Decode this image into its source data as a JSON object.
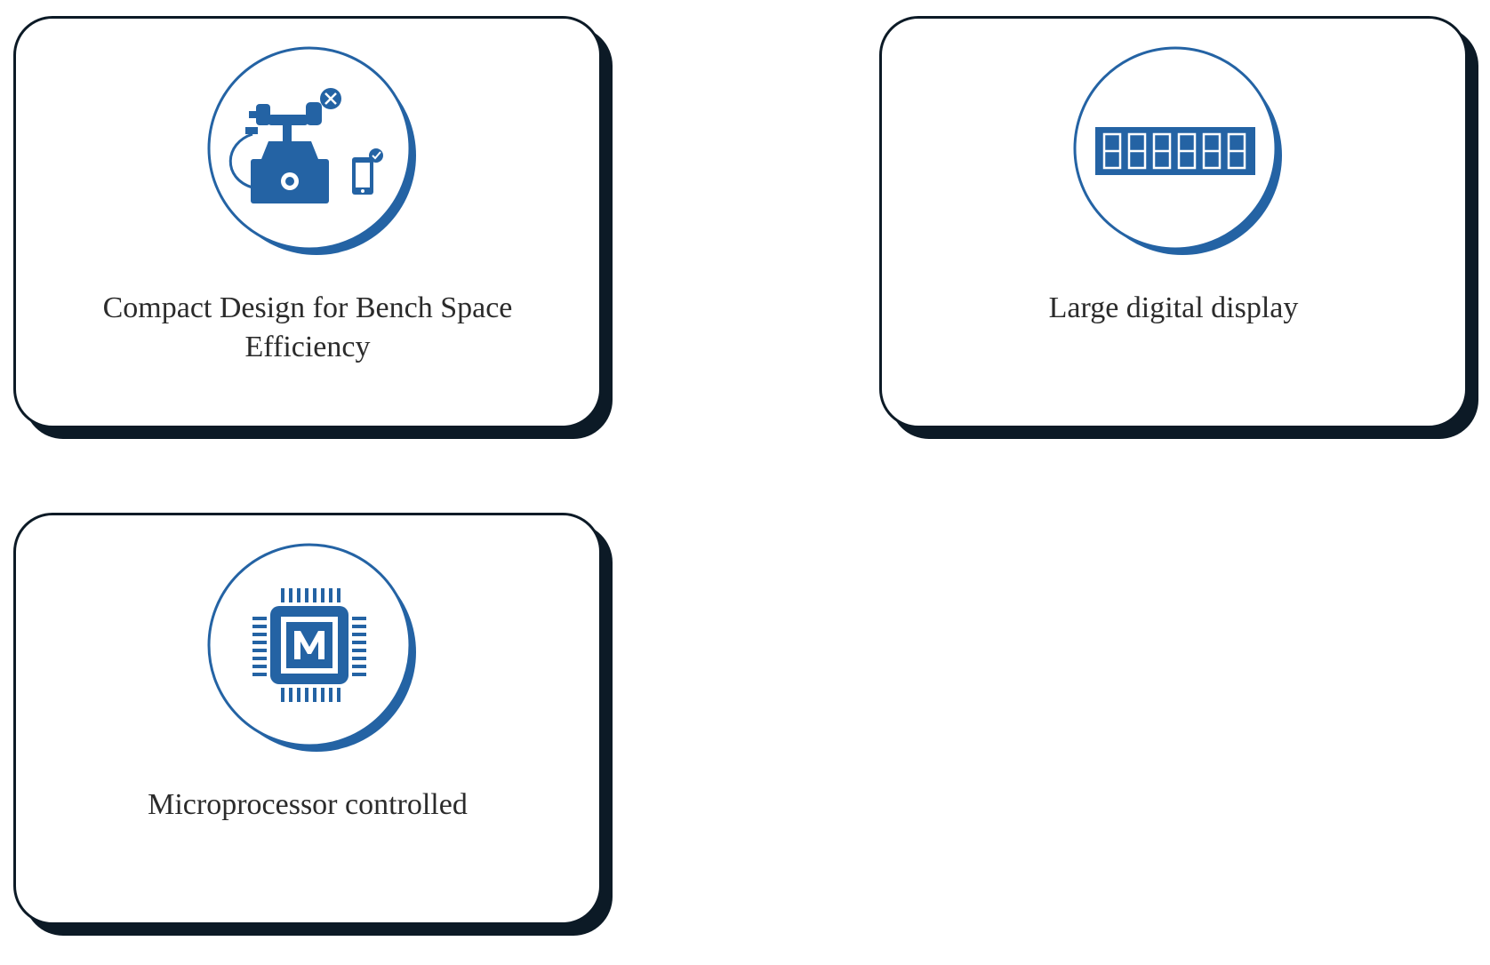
{
  "colors": {
    "card_border": "#0c1a26",
    "icon_blue": "#2463a4",
    "text": "#2b2b2b",
    "background": "#ffffff"
  },
  "features": [
    {
      "label": "Compact Design for Bench Space Efficiency",
      "icon": "telephone-smartphone-icon"
    },
    {
      "label": "Large digital display",
      "icon": "digital-display-icon"
    },
    {
      "label": "Microprocessor controlled",
      "icon": "microprocessor-chip-icon"
    }
  ]
}
